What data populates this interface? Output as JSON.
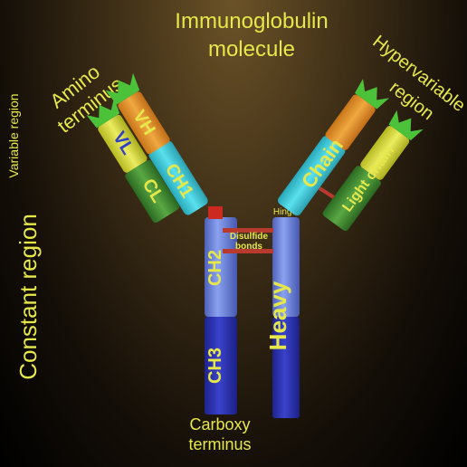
{
  "title_line1": "Immunoglobulin",
  "title_line2": "molecule",
  "amino_line1": "Amino",
  "amino_line2": "terminus",
  "hypervariable_line1": "Hypervariable",
  "hypervariable_line2": "region",
  "variable_region": "Variable region",
  "constant_region": "Constant region",
  "carboxy_line1": "Carboxy",
  "carboxy_line2": "terminus",
  "hinge": "Hinge",
  "disulfide_line1": "Disulfide",
  "disulfide_line2": "bonds",
  "segments": {
    "vl": "VL",
    "cl": "CL",
    "vh": "VH",
    "ch1": "CH1",
    "ch2": "CH2",
    "ch3": "CH3",
    "chain": "Chain",
    "light_chain": "Light chain",
    "heavy": "Heavy"
  },
  "colors": {
    "label": "#e6e84a",
    "light_variable": "#d6d63a",
    "light_constant": "#3f8a32",
    "heavy_variable": "#e0902a",
    "heavy_ch1": "#3ec7d6",
    "heavy_constant_upper": "#6f86dc",
    "heavy_constant_lower": "#2c32b4",
    "hypervariable_tip": "#4cc23a",
    "disulfide": "#b83a2e"
  }
}
